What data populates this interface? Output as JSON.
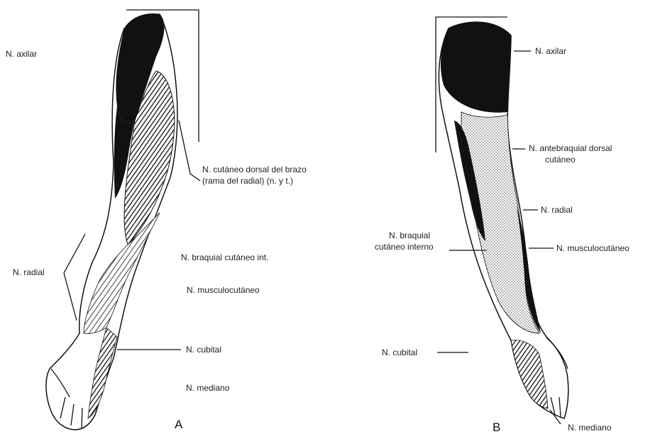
{
  "panel_a": {
    "letter": "A",
    "labels": {
      "axillary": "N. axilar",
      "radial_cutaneous_arm": "N. cutáneo dorsal del brazo",
      "radial_cutaneous_arm_2": "(rama del radial) (n. y t.)",
      "medial_cutaneous_forearm": "N. braquial cutáneo int.",
      "musculocutaneous": "N. musculocutáneo",
      "radial": "N. radial",
      "ulnar": "N. cubital",
      "median": "N. mediano"
    }
  },
  "panel_b": {
    "letter": "B",
    "labels": {
      "axillary": "N. axilar",
      "posterior_cutaneous_forearm": "N. antebraquial dorsal",
      "posterior_cutaneous_forearm_2": "cutáneo",
      "radial": "N. radial",
      "medial_cutaneous": "N. braquial",
      "medial_cutaneous_2": "cutáneo interno",
      "musculocutaneous": "N. musculocutáneo",
      "ulnar": "N. cubital",
      "median": "N. mediano"
    }
  },
  "colors": {
    "ink": "#111111",
    "paper": "#ffffff"
  }
}
